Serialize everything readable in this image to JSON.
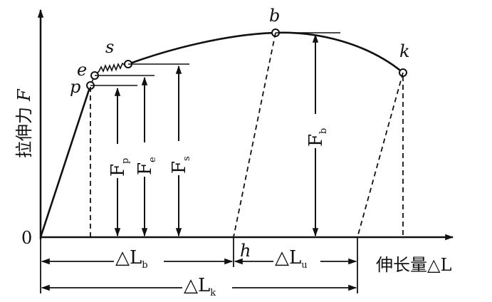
{
  "axes": {
    "y_label_text": "拉伸力",
    "y_label_symbol": "F",
    "x_label_text": "伸长量",
    "x_label_symbol": "△L",
    "origin": "0"
  },
  "points": {
    "p": "p",
    "e": "e",
    "s": "s",
    "b": "b",
    "k": "k",
    "h": "h"
  },
  "forces": {
    "Fp": {
      "main": "F",
      "sub": "p"
    },
    "Fe": {
      "main": "F",
      "sub": "e"
    },
    "Fs": {
      "main": "F",
      "sub": "s"
    },
    "Fb": {
      "main": "F",
      "sub": "b"
    }
  },
  "elongations": {
    "Lb": {
      "main": "△L",
      "sub": "b"
    },
    "Lu": {
      "main": "△L",
      "sub": "u"
    },
    "Lk": {
      "main": "△L",
      "sub": "k"
    }
  },
  "colors": {
    "ink": "#111111",
    "background": "#ffffff"
  }
}
